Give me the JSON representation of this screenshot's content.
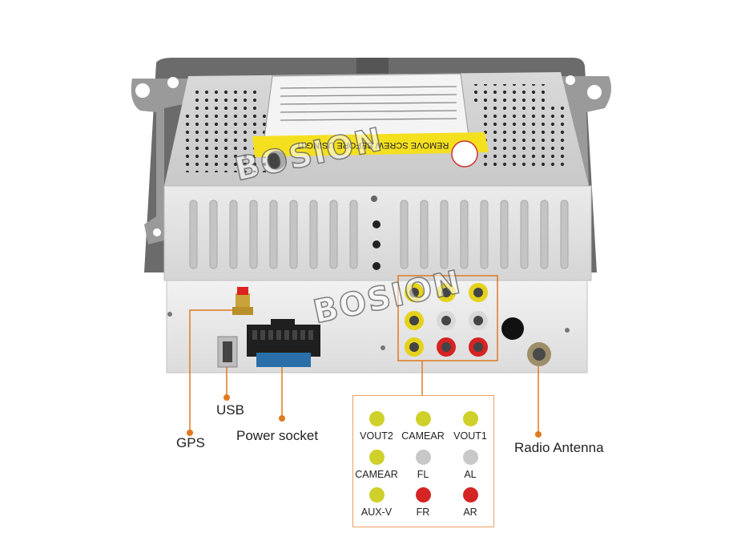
{
  "watermark": "BOSION",
  "callouts": {
    "gps": "GPS",
    "usb": "USB",
    "power_socket": "Power socket",
    "radio_antenna": "Radio Antenna"
  },
  "sticker_text": "REMOVE SCREW BEFORE USING IT",
  "legend": {
    "items": [
      {
        "label": "VOUT2",
        "color": "#cfd02a"
      },
      {
        "label": "CAMEAR",
        "color": "#cfd02a"
      },
      {
        "label": "VOUT1",
        "color": "#cfd02a"
      },
      {
        "label": "CAMEAR",
        "color": "#cfd02a"
      },
      {
        "label": "FL",
        "color": "#c8c8c8"
      },
      {
        "label": "AL",
        "color": "#c8c8c8"
      },
      {
        "label": "AUX-V",
        "color": "#cfd02a"
      },
      {
        "label": "FR",
        "color": "#d42424"
      },
      {
        "label": "AR",
        "color": "#d42424"
      }
    ]
  },
  "colors": {
    "accent_line": "#e07a20",
    "chassis_light": "#e9e9e9",
    "chassis_dark": "#6e6e6e",
    "rca_yellow": "#e4d21c",
    "rca_white": "#d8d8d8",
    "rca_red": "#d42424"
  }
}
